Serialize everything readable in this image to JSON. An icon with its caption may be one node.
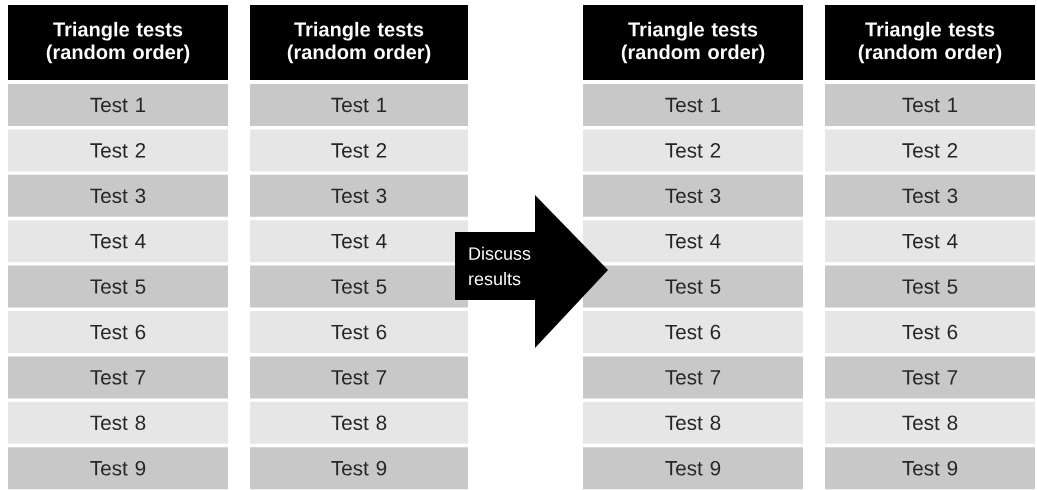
{
  "diagram": {
    "nodes": [
      {
        "text": [
          "Triangle tests (random order)"
        ]
      },
      {
        "text": [
          "Test 1"
        ]
      },
      {
        "text": [
          "Test 2"
        ]
      },
      {
        "text": [
          "Test 3"
        ]
      },
      {
        "text": [
          "Test 4"
        ]
      },
      {
        "text": [
          "Test 5"
        ]
      },
      {
        "text": [
          "Test 6"
        ]
      },
      {
        "text": [
          "Test 7"
        ]
      },
      {
        "text": [
          "Test 8"
        ]
      },
      {
        "text": [
          "Test 9"
        ]
      },
      {
        "text": [
          "Triangle tests (random order)"
        ]
      },
      {
        "text": [
          "Test 1"
        ]
      },
      {
        "text": [
          "Test 2"
        ]
      },
      {
        "text": [
          "Test 3"
        ]
      },
      {
        "text": [
          "Test 4"
        ]
      },
      {
        "text": [
          "Test 5"
        ]
      },
      {
        "text": [
          "Test 6"
        ]
      },
      {
        "text": [
          "Test 7"
        ]
      },
      {
        "text": [
          "Test 8"
        ]
      },
      {
        "text": [
          "Test 9"
        ]
      },
      {
        "text": [
          "Discuss results"
        ]
      },
      {
        "text": [
          "Triangle tests (random order)"
        ]
      },
      {
        "text": [
          "Test 1"
        ]
      },
      {
        "text": [
          "Test 2"
        ]
      },
      {
        "text": [
          "Test 3"
        ]
      },
      {
        "text": [
          "Test 4"
        ]
      },
      {
        "text": [
          "Test 5"
        ]
      },
      {
        "text": [
          "Test 6"
        ]
      },
      {
        "text": [
          "Test 7"
        ]
      },
      {
        "text": [
          "Test 8"
        ]
      },
      {
        "text": [
          "Test 9"
        ]
      },
      {
        "text": [
          "Triangle tests (random order)"
        ]
      },
      {
        "text": [
          "Test 1"
        ]
      },
      {
        "text": [
          "Test 2"
        ]
      },
      {
        "text": [
          "Test 3"
        ]
      },
      {
        "text": [
          "Test 4"
        ]
      },
      {
        "text": [
          "Test 5"
        ]
      },
      {
        "text": [
          "Test 6"
        ]
      },
      {
        "text": [
          "Test 7"
        ]
      },
      {
        "text": [
          "Test 8"
        ]
      },
      {
        "text": [
          "Test 9"
        ]
      }
    ]
  }
}
